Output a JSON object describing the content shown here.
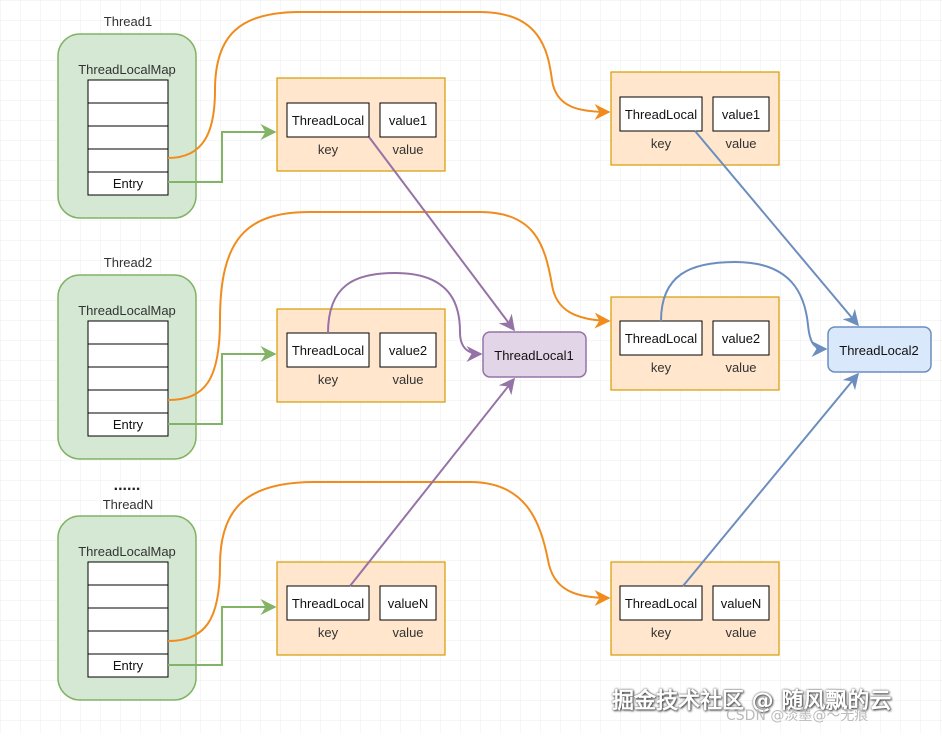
{
  "colors": {
    "thread_fill": "#d5e8d4",
    "thread_stroke": "#82b366",
    "entry_fill": "#ffe6cc",
    "entry_stroke": "#d79b00",
    "tl1_fill": "#e1d5e7",
    "tl1_stroke": "#9673a6",
    "tl2_fill": "#dae8fc",
    "tl2_stroke": "#6c8ebf",
    "orange_arrow": "#f08c1e",
    "green_arrow": "#82b366",
    "purple_arrow": "#9673a6",
    "blue_arrow": "#6c8ebf",
    "grid": "#ececec"
  },
  "threads": [
    {
      "title": "Thread1",
      "map_label": "ThreadLocalMap",
      "entry_label": "Entry"
    },
    {
      "title": "Thread2",
      "map_label": "ThreadLocalMap",
      "entry_label": "Entry"
    },
    {
      "title": "ThreadN",
      "map_label": "ThreadLocalMap",
      "entry_label": "Entry"
    }
  ],
  "ellipsis": "......",
  "entries_left": [
    {
      "key_box": "ThreadLocal",
      "value_box": "value1",
      "key_label": "key",
      "value_label": "value"
    },
    {
      "key_box": "ThreadLocal",
      "value_box": "value2",
      "key_label": "key",
      "value_label": "value"
    },
    {
      "key_box": "ThreadLocal",
      "value_box": "valueN",
      "key_label": "key",
      "value_label": "value"
    }
  ],
  "entries_right": [
    {
      "key_box": "ThreadLocal",
      "value_box": "value1",
      "key_label": "key",
      "value_label": "value"
    },
    {
      "key_box": "ThreadLocal",
      "value_box": "value2",
      "key_label": "key",
      "value_label": "value"
    },
    {
      "key_box": "ThreadLocal",
      "value_box": "valueN",
      "key_label": "key",
      "value_label": "value"
    }
  ],
  "threadlocals": [
    {
      "label": "ThreadLocal1"
    },
    {
      "label": "ThreadLocal2"
    }
  ],
  "watermark": {
    "main": "掘金技术社区 @ 随风飘的云",
    "sub": "CSDN @淡墨@～无痕"
  }
}
